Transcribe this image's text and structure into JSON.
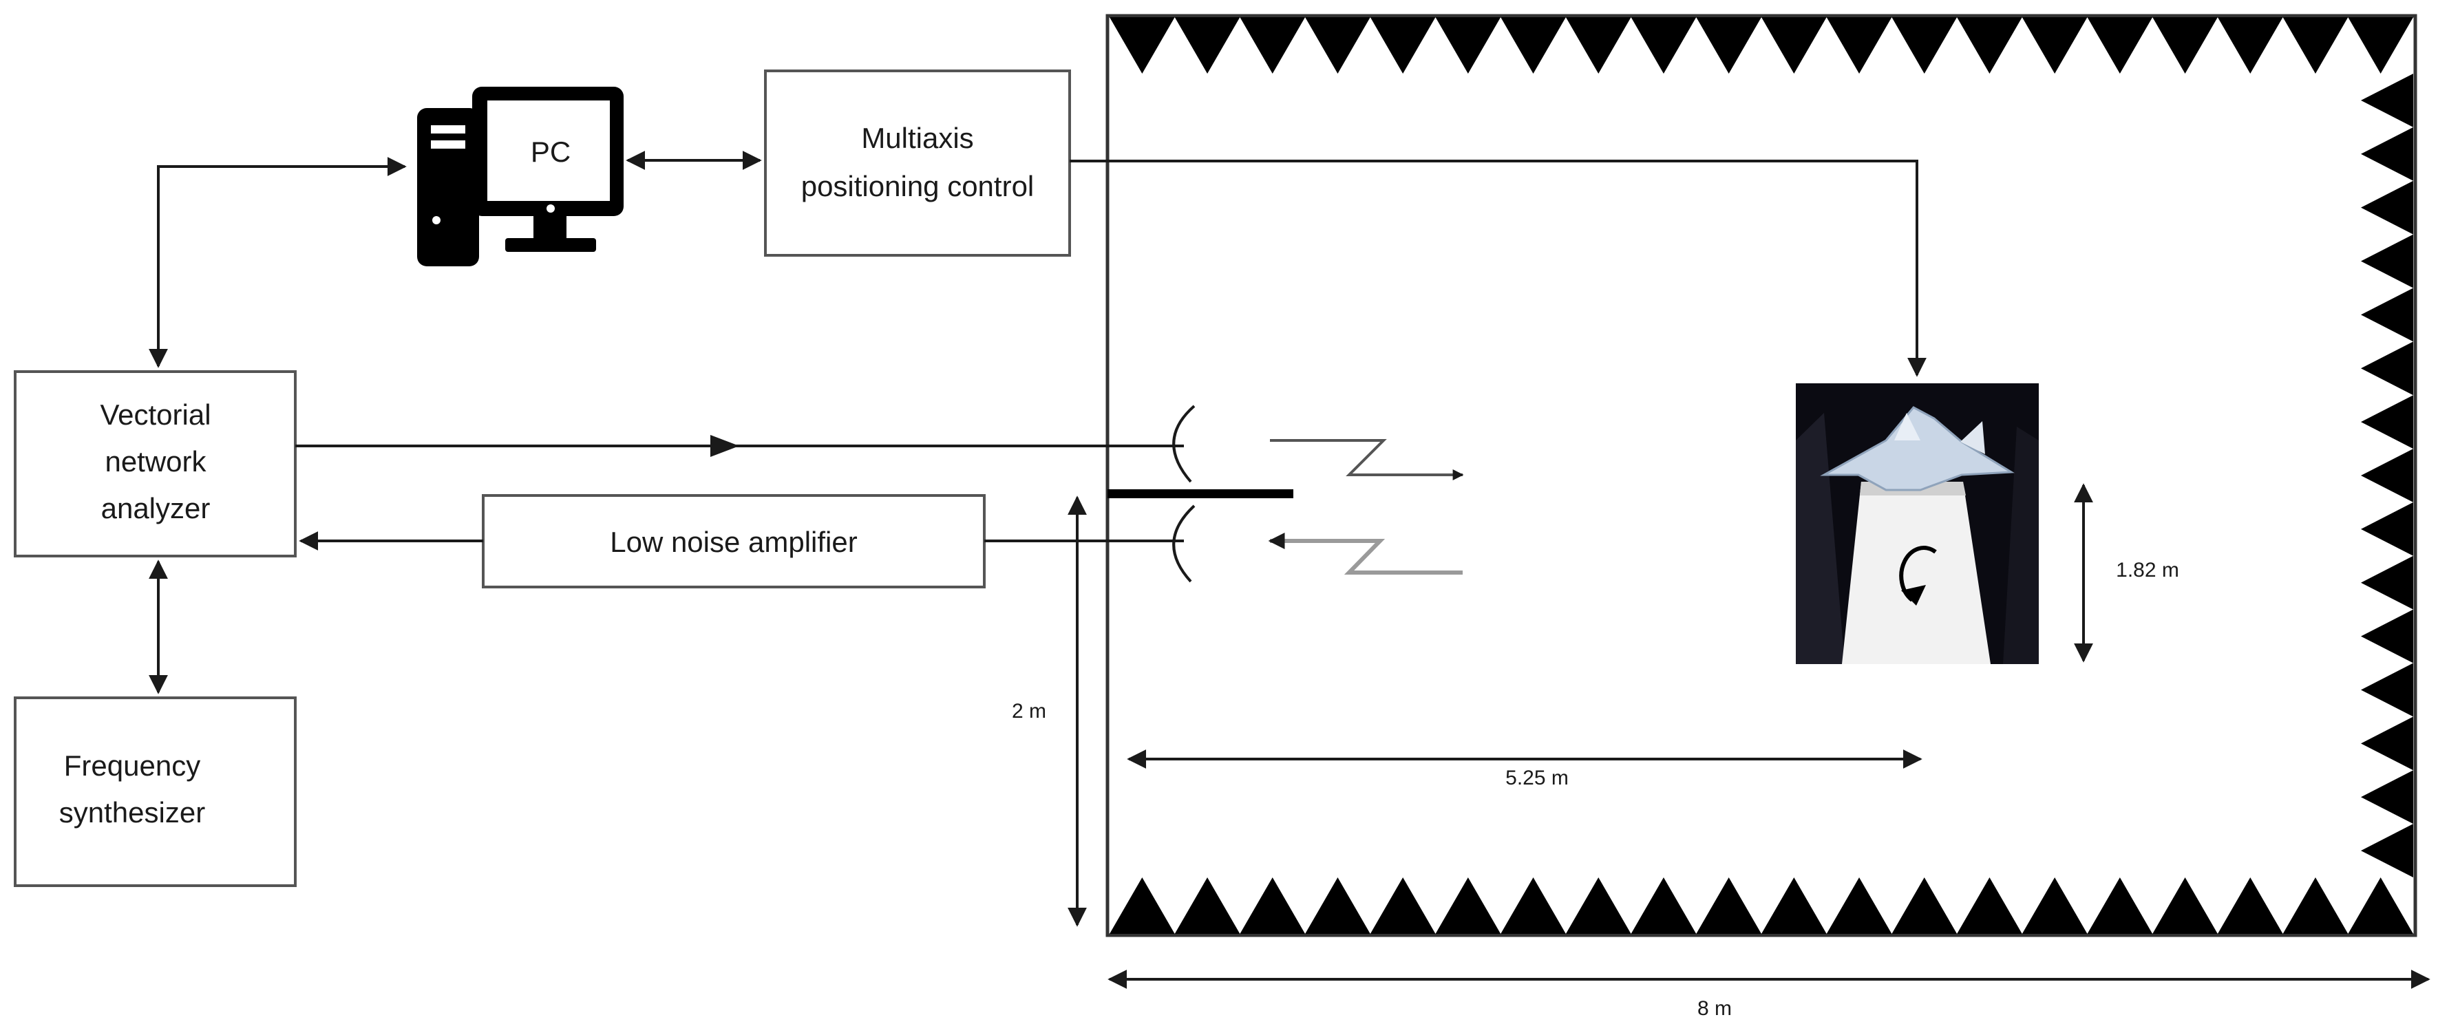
{
  "blocks": {
    "pc": "PC",
    "positioning": [
      "Multiaxis",
      "positioning control"
    ],
    "vna": [
      "Vectorial",
      "network",
      "analyzer"
    ],
    "lna": "Low noise amplifier",
    "synth": [
      "Frequency",
      "synthesizer"
    ]
  },
  "dimensions": {
    "antenna_height": "2 m",
    "range_distance": "5.25 m",
    "target_height": "1.82 m",
    "chamber_length": "8 m"
  },
  "icons": {
    "computer": "desktop-computer-icon",
    "target": "aircraft-model-on-rotating-pedestal"
  },
  "colors": {
    "stroke": "#1a1a1a",
    "box_border": "#555555",
    "absorber": "#000000",
    "photo_bg": "#0b0b12"
  }
}
